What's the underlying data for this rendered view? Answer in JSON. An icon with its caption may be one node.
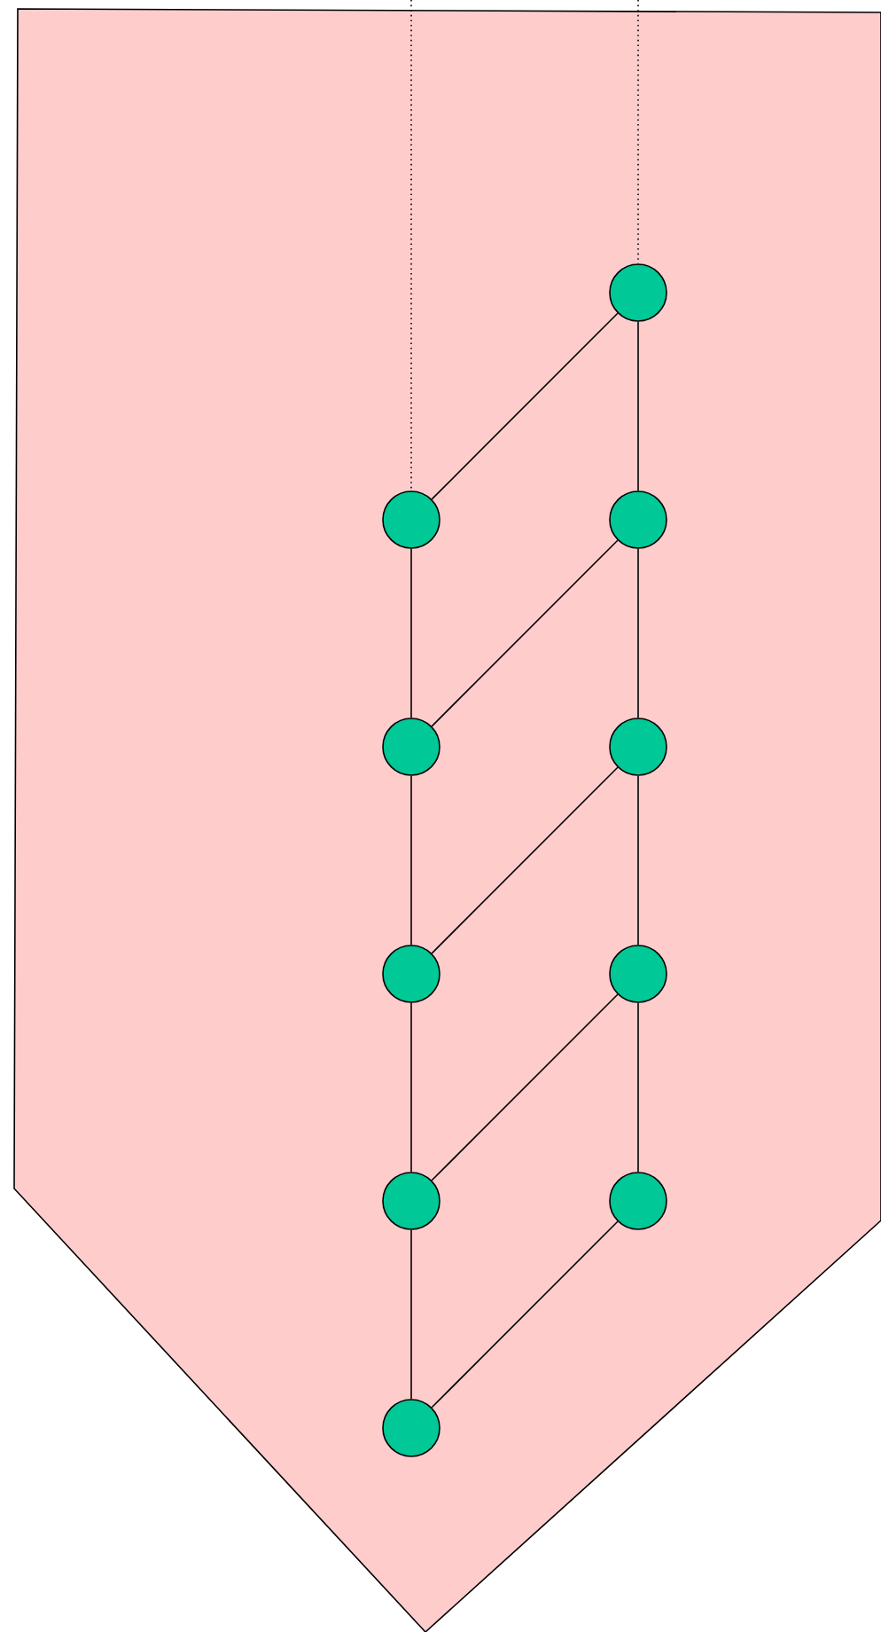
{
  "diagram": {
    "nodes": [
      {
        "text": [],
        "shape": "pentagon"
      },
      {
        "text": [],
        "shape": "circle",
        "in": 0
      },
      {
        "text": [],
        "shape": "circle",
        "in": 0
      },
      {
        "text": [],
        "shape": "circle",
        "in": 0
      },
      {
        "text": [],
        "shape": "circle",
        "in": 0
      },
      {
        "text": [],
        "shape": "circle",
        "in": 0
      },
      {
        "text": [],
        "shape": "circle",
        "in": 0
      },
      {
        "text": [],
        "shape": "circle",
        "in": 0
      },
      {
        "text": [],
        "shape": "circle",
        "in": 0
      },
      {
        "text": [],
        "shape": "circle",
        "in": 0
      },
      {
        "text": [],
        "shape": "circle",
        "in": 0
      }
    ],
    "edges": [
      {
        "from": null,
        "to": 2,
        "arrow": "none",
        "style": "dashed"
      },
      {
        "from": null,
        "to": 1,
        "arrow": "none",
        "style": "dashed"
      },
      {
        "from": 1,
        "to": 3,
        "arrow": "none"
      },
      {
        "from": 3,
        "to": 5,
        "arrow": "none"
      },
      {
        "from": 5,
        "to": 7,
        "arrow": "none"
      },
      {
        "from": 7,
        "to": 9,
        "arrow": "none"
      },
      {
        "from": 2,
        "to": 4,
        "arrow": "none"
      },
      {
        "from": 4,
        "to": 6,
        "arrow": "none"
      },
      {
        "from": 6,
        "to": 8,
        "arrow": "none"
      },
      {
        "from": 8,
        "to": 10,
        "arrow": "none"
      },
      {
        "from": 1,
        "to": 2,
        "arrow": "none"
      },
      {
        "from": 3,
        "to": 4,
        "arrow": "none"
      },
      {
        "from": 5,
        "to": 6,
        "arrow": "none"
      },
      {
        "from": 7,
        "to": 8,
        "arrow": "none"
      },
      {
        "from": 9,
        "to": 10,
        "arrow": "none"
      }
    ]
  }
}
